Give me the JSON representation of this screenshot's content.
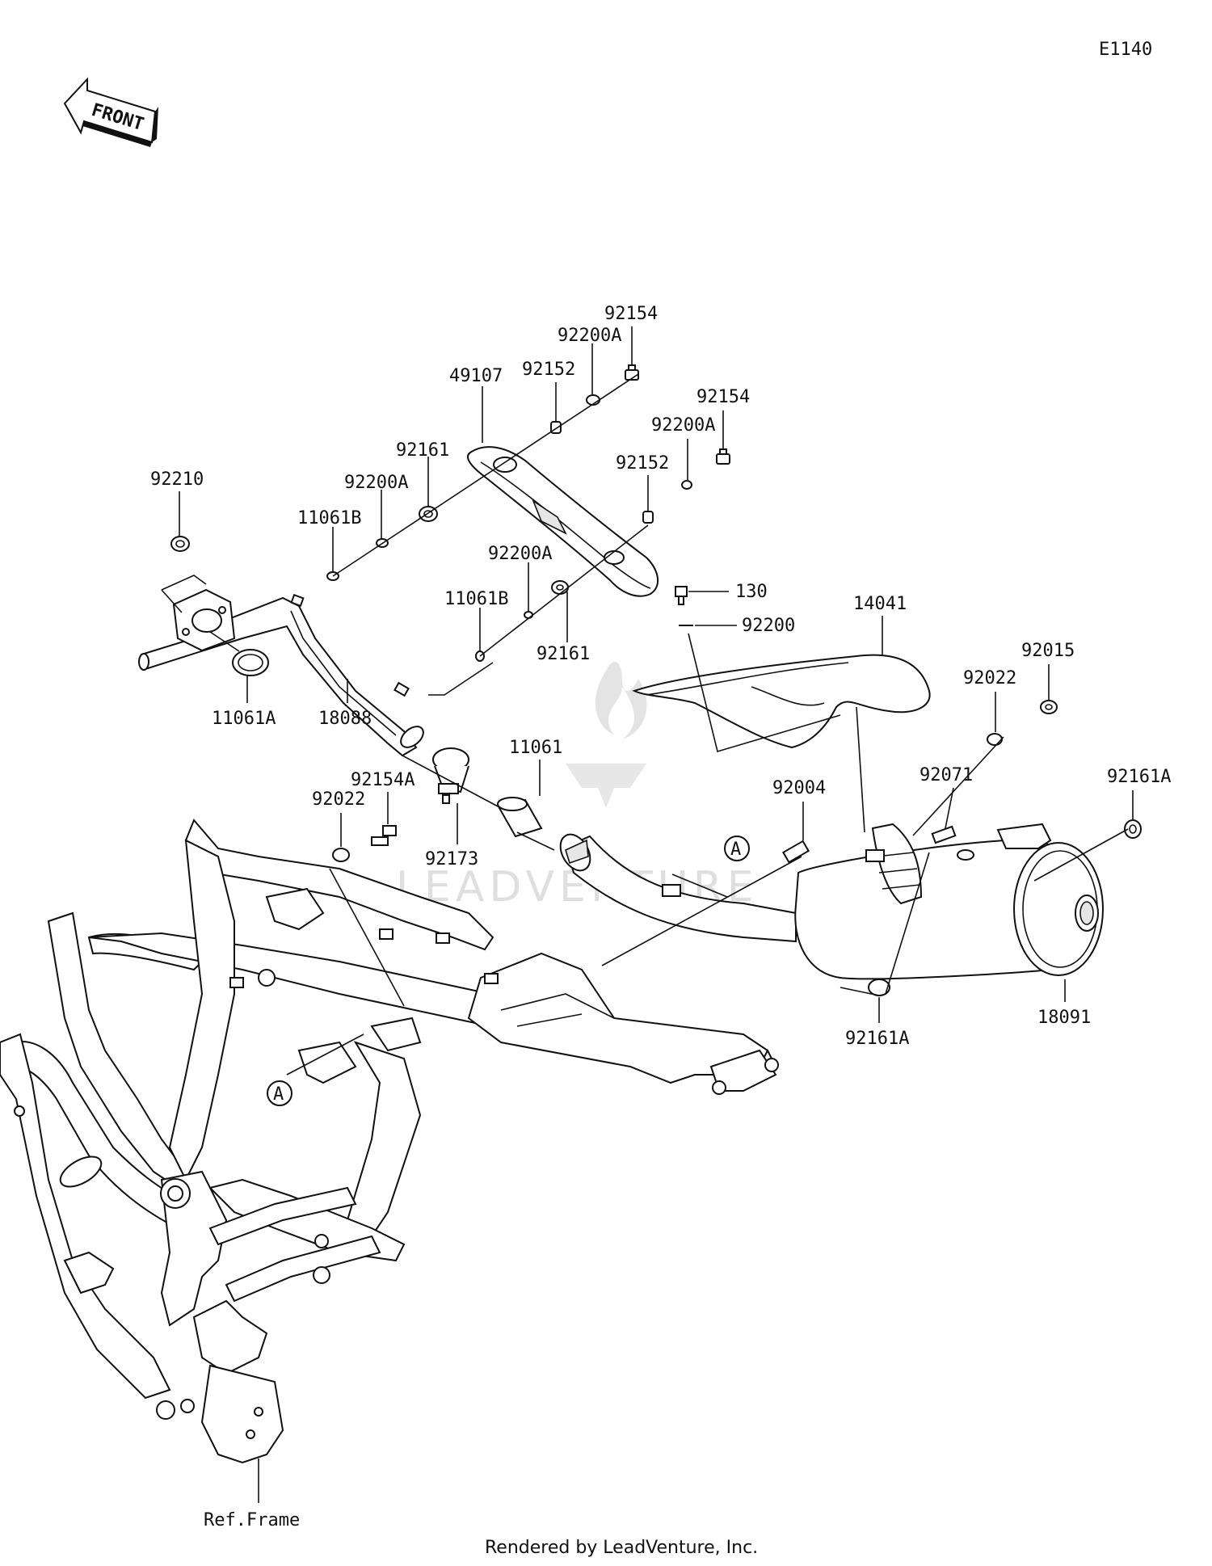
{
  "diagram_code": "E1140",
  "front_label": "FRONT",
  "watermark": "LEADVENTURE",
  "footer": "Rendered by LeadVenture, Inc.",
  "ref_frame": "Ref.Frame",
  "callout_ref": "A",
  "parts": {
    "p92154_top": "92154",
    "p92200a_top": "92200A",
    "p92152_top": "92152",
    "p49107": "49107",
    "p92154_mid": "92154",
    "p92200a_mid": "92200A",
    "p92152_mid": "92152",
    "p92210": "92210",
    "p92161_top": "92161",
    "p92200a_left": "92200A",
    "p11061b_top": "11061B",
    "p92200a_low": "92200A",
    "p11061b_low": "11061B",
    "p92161_low": "92161",
    "p130": "130",
    "p92200": "92200",
    "p14041": "14041",
    "p92015": "92015",
    "p92022_right": "92022",
    "p11061a": "11061A",
    "p18088": "18088",
    "p11061": "11061",
    "p92154a": "92154A",
    "p92022_left": "92022",
    "p92173": "92173",
    "p92004": "92004",
    "p92071": "92071",
    "p92161a_right": "92161A",
    "p18091": "18091",
    "p92161a_low": "92161A"
  }
}
